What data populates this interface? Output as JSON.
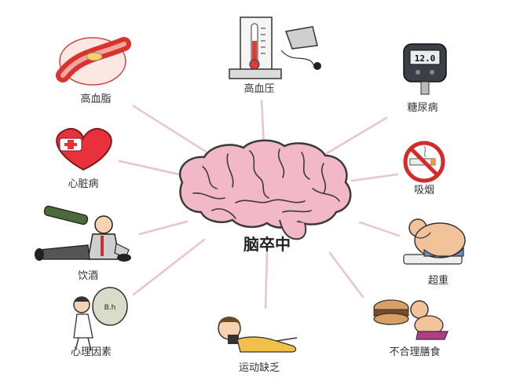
{
  "center": {
    "label": "脑卒中",
    "icon": "brain-icon"
  },
  "factors": [
    {
      "id": "hyperlipidemia",
      "label": "高血脂",
      "icon": "clogged-artery-icon"
    },
    {
      "id": "hypertension",
      "label": "高血压",
      "icon": "blood-pressure-gauge-icon"
    },
    {
      "id": "diabetes",
      "label": "糖尿病",
      "icon": "glucose-meter-icon"
    },
    {
      "id": "heart-disease",
      "label": "心脏病",
      "icon": "heart-icon"
    },
    {
      "id": "smoking",
      "label": "吸烟",
      "icon": "no-smoking-icon"
    },
    {
      "id": "drinking",
      "label": "饮酒",
      "icon": "drinking-man-icon"
    },
    {
      "id": "overweight",
      "label": "超重",
      "icon": "overweight-person-icon"
    },
    {
      "id": "psychological",
      "label": "心理因素",
      "icon": "stressed-person-icon"
    },
    {
      "id": "inactivity",
      "label": "运动缺乏",
      "icon": "lying-person-icon"
    },
    {
      "id": "poor-diet",
      "label": "不合理膳食",
      "icon": "overeating-person-icon"
    }
  ],
  "glucose_meter_reading": "12.0",
  "weight_bag_text": "B.h",
  "colors": {
    "connector": "#e8c4cc",
    "brain": "#f2b8c8",
    "brain_outline": "#3a3a3a",
    "heart": "#e8313a",
    "artery": "#d8342c",
    "no_smoking": "#d62a2a"
  }
}
